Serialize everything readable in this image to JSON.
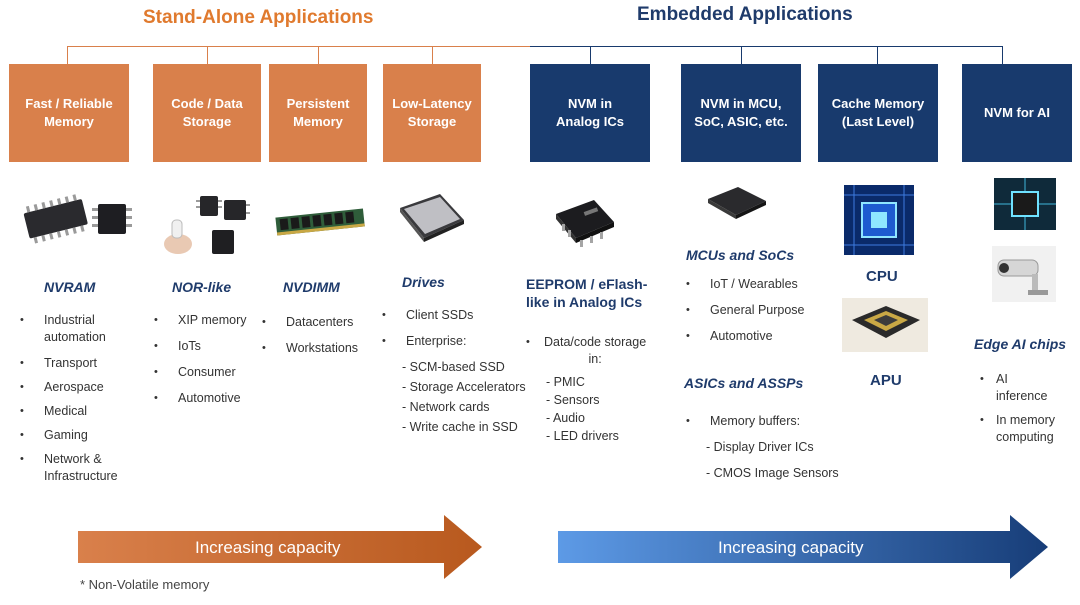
{
  "groups": {
    "standalone": "Stand-Alone Applications",
    "embedded": "Embedded Applications"
  },
  "colors": {
    "orange": "#d9804b",
    "navy": "#183a6d",
    "orange_title": "#e07a2e",
    "blue_arrow": "#2f6fc4"
  },
  "categories": {
    "fast_reliable": "Fast / Reliable\nMemory",
    "code_data": "Code / Data\nStorage",
    "persistent": "Persistent\nMemory",
    "low_latency": "Low-Latency\nStorage",
    "nvm_analog": "NVM in\nAnalog ICs",
    "nvm_mcu": "NVM in MCU,\nSoC, ASIC, etc.",
    "cache": "Cache Memory\n(Last Level)",
    "nvm_ai": "NVM for AI"
  },
  "columns": {
    "nvram": {
      "heading": "NVRAM",
      "items": [
        "Industrial\nautomation",
        "Transport",
        "Aerospace",
        "Medical",
        "Gaming",
        "Network &\nInfrastructure"
      ]
    },
    "nor": {
      "heading": "NOR-like",
      "items": [
        "XIP memory",
        "IoTs",
        "Consumer",
        "Automotive"
      ]
    },
    "nvdimm": {
      "heading": "NVDIMM",
      "items": [
        "Datacenters",
        "Workstations"
      ]
    },
    "drives": {
      "heading": "Drives",
      "items": [
        "Client SSDs",
        "Enterprise:"
      ],
      "sub": [
        "- SCM-based SSD",
        "- Storage Accelerators",
        "- Network cards",
        "- Write cache in SSD"
      ]
    },
    "eeprom": {
      "heading": "EEPROM / eFlash-\nlike in Analog ICs",
      "items": [
        "Data/code storage\nin:"
      ],
      "sub": [
        "- PMIC",
        "- Sensors",
        "- Audio",
        "- LED drivers"
      ]
    },
    "mcus": {
      "heading": "MCUs and SoCs",
      "items": [
        "IoT / Wearables",
        "General Purpose",
        "Automotive"
      ]
    },
    "asics": {
      "heading": "ASICs and ASSPs",
      "items": [
        "Memory buffers:"
      ],
      "sub": [
        "- Display Driver ICs",
        "- CMOS Image Sensors"
      ]
    },
    "cpu": {
      "heading": "CPU"
    },
    "apu": {
      "heading": "APU"
    },
    "edge": {
      "heading": "Edge AI chips",
      "items": [
        "AI\ninference",
        "In memory\ncomputing"
      ]
    }
  },
  "arrows": {
    "left": "Increasing capacity",
    "right": "Increasing capacity"
  },
  "footnote": "* Non-Volatile memory"
}
